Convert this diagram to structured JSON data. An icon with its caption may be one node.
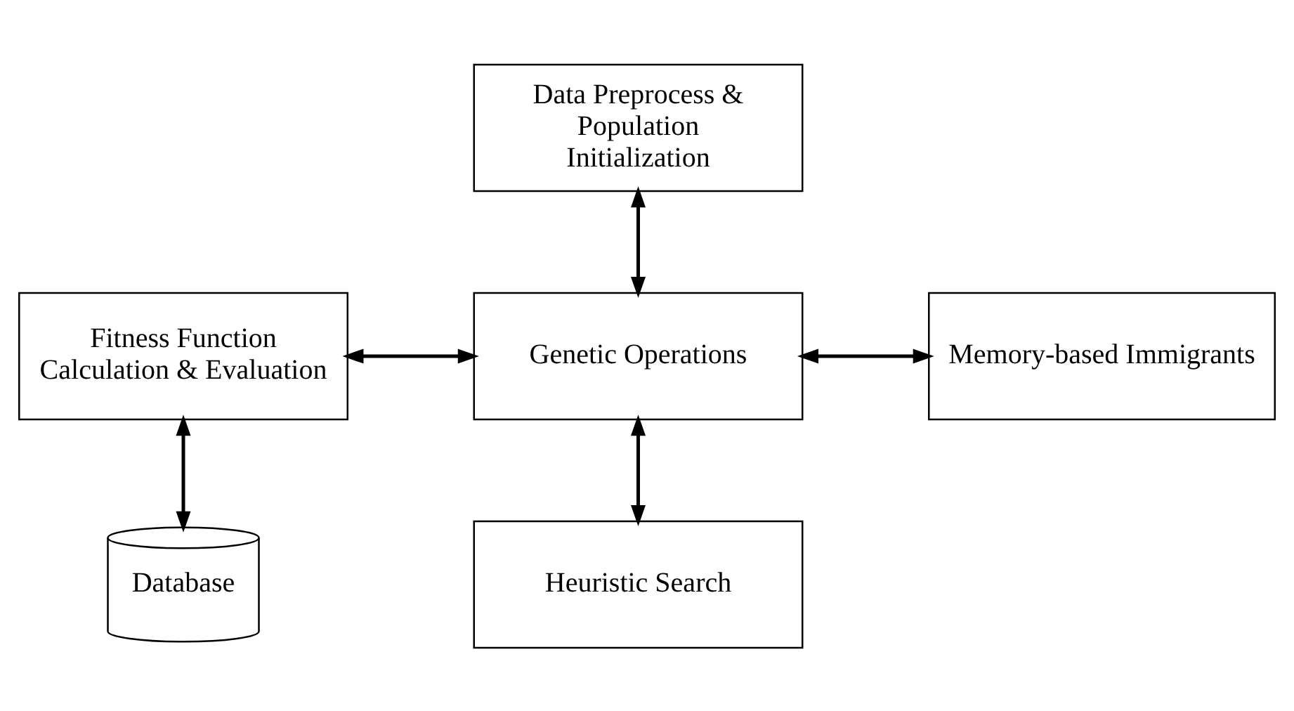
{
  "diagram": {
    "nodes": [
      {
        "text": [
          "Data Preprocess & Population Initialization"
        ]
      },
      {
        "text": [
          "Fitness Function Calculation & Evaluation"
        ]
      },
      {
        "text": [
          "Genetic Operations"
        ]
      },
      {
        "text": [
          "Memory-based Immigrants"
        ]
      },
      {
        "text": [
          "Database"
        ]
      },
      {
        "text": [
          "Heuristic Search"
        ]
      }
    ],
    "edges": [
      {
        "from": 0,
        "to": 2,
        "arrow": "both"
      },
      {
        "from": 1,
        "to": 2,
        "arrow": "both"
      },
      {
        "from": 2,
        "to": 3,
        "arrow": "both"
      },
      {
        "from": 1,
        "to": 4,
        "arrow": "both"
      },
      {
        "from": 2,
        "to": 5,
        "arrow": "both"
      }
    ]
  }
}
